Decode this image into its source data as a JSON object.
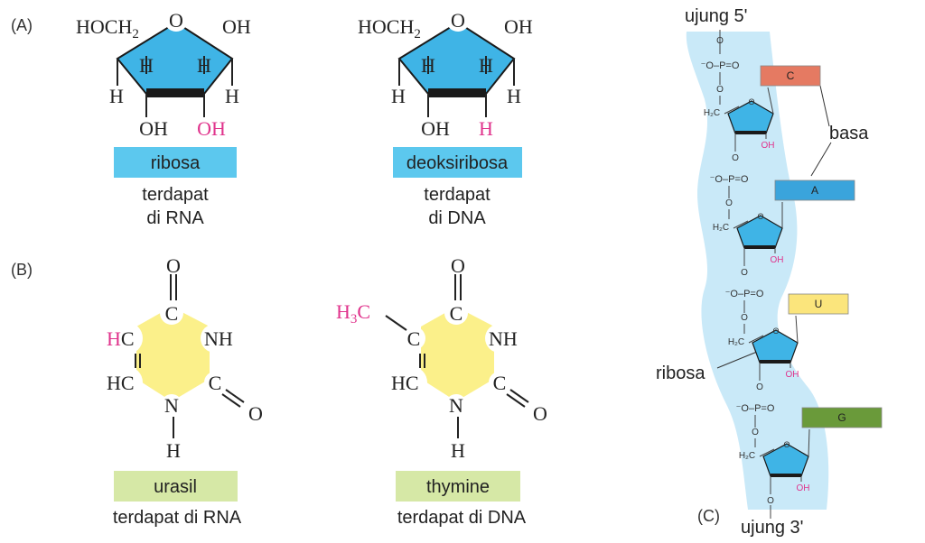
{
  "colors": {
    "sugar_fill": "#3fb4e6",
    "base_fill": "#fbf08a",
    "strand_fill": "#c9e9f8",
    "sugar_label": "#5cc8ee",
    "base_label": "#d6e8a6",
    "magenta": "#e0338c",
    "box_c": "#e57a62",
    "box_a": "#3aa4dc",
    "box_u": "#fbe57c",
    "box_g": "#6a9a3a"
  },
  "panel_a": {
    "label": "(A)",
    "ribose": {
      "hoch2": "HOCH",
      "sub2": "2",
      "ring_o": "O",
      "oh_right": "OH",
      "h_in_left": "H",
      "h_in_right": "H",
      "h_out_left": "H",
      "h_out_right": "H",
      "oh_bottom_left": "OH",
      "oh_bottom_right": "OH",
      "name": "ribosa",
      "loc1": "terdapat",
      "loc2": "di RNA"
    },
    "deoxyribose": {
      "hoch2": "HOCH",
      "sub2": "2",
      "ring_o": "O",
      "oh_right": "OH",
      "h_in_left": "H",
      "h_in_right": "H",
      "h_out_left": "H",
      "h_out_right": "H",
      "oh_bottom_left": "OH",
      "h_bottom_right": "H",
      "name": "deoksiribosa",
      "loc1": "terdapat",
      "loc2": "di DNA"
    }
  },
  "panel_b": {
    "label": "(B)",
    "uracil": {
      "o_top": "O",
      "c_top": "C",
      "h_magenta": "H",
      "c_after_h": "C",
      "nh": "NH",
      "hc": "HC",
      "c_right": "C",
      "o_right": "O",
      "n": "N",
      "h_bottom": "H",
      "name": "urasil",
      "loc": "terdapat di RNA"
    },
    "thymine": {
      "o_top": "O",
      "c_top": "C",
      "h3": "H",
      "sub3": "3",
      "c_methyl": "C",
      "c_left": "C",
      "nh": "NH",
      "hc": "HC",
      "c_right": "C",
      "o_right": "O",
      "n": "N",
      "h_bottom": "H",
      "name": "thymine",
      "loc": "terdapat di DNA"
    }
  },
  "panel_c": {
    "label": "(C)",
    "end5": "ujung 5'",
    "end3": "ujung 3'",
    "basa_label": "basa",
    "ribosa_label": "ribosa",
    "bases": [
      "C",
      "A",
      "U",
      "G"
    ],
    "phosphate": "⁻O–P=O",
    "o": "O",
    "h2c": "H₂C",
    "oh": "OH"
  }
}
